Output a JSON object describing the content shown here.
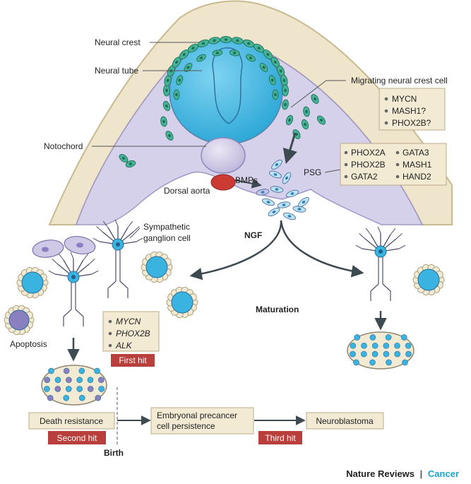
{
  "labels": {
    "neural_crest": "Neural crest",
    "neural_tube": "Neural tube",
    "migrating_cell": "Migrating neural crest cell",
    "notochord": "Notochord",
    "dorsal_aorta": "Dorsal aorta",
    "bmps": "BMPs",
    "psg": "PSG",
    "ngf": "NGF",
    "sympathetic_line1": "Sympathetic",
    "sympathetic_line2": "ganglion cell",
    "maturation": "Maturation",
    "apoptosis": "Apoptosis",
    "birth": "Birth"
  },
  "gene_boxes": {
    "migrating": [
      "MYCN",
      "MASH1?",
      "PHOX2B?"
    ],
    "psg_left": [
      "PHOX2A",
      "PHOX2B",
      "GATA2"
    ],
    "psg_right": [
      "GATA3",
      "MASH1",
      "HAND2"
    ],
    "first_hit_genes": [
      "MYCN",
      "PHOX2B",
      "ALK"
    ]
  },
  "hits": {
    "first": "First hit",
    "second": "Second hit",
    "third": "Third hit"
  },
  "stages": {
    "death_resistance": "Death resistance",
    "persistence_line1": "Embryonal precancer",
    "persistence_line2": "cell persistence",
    "neuroblastoma": "Neuroblastoma"
  },
  "footer": {
    "journal": "Nature Reviews",
    "separator": "|",
    "section": "Cancer"
  },
  "colors": {
    "tissue": "#d6d1ea",
    "outer_skin": "#efe5cc",
    "neural_tube": "#3ab3e0",
    "crest_cells": "#45b496",
    "aorta": "#cc3b33",
    "box_fill": "#f2ead3",
    "box_border": "#b9ac8a",
    "hit_red": "#b83f3c",
    "arrow": "#3d4a4f",
    "accent_cyan": "#1aa3cf"
  }
}
